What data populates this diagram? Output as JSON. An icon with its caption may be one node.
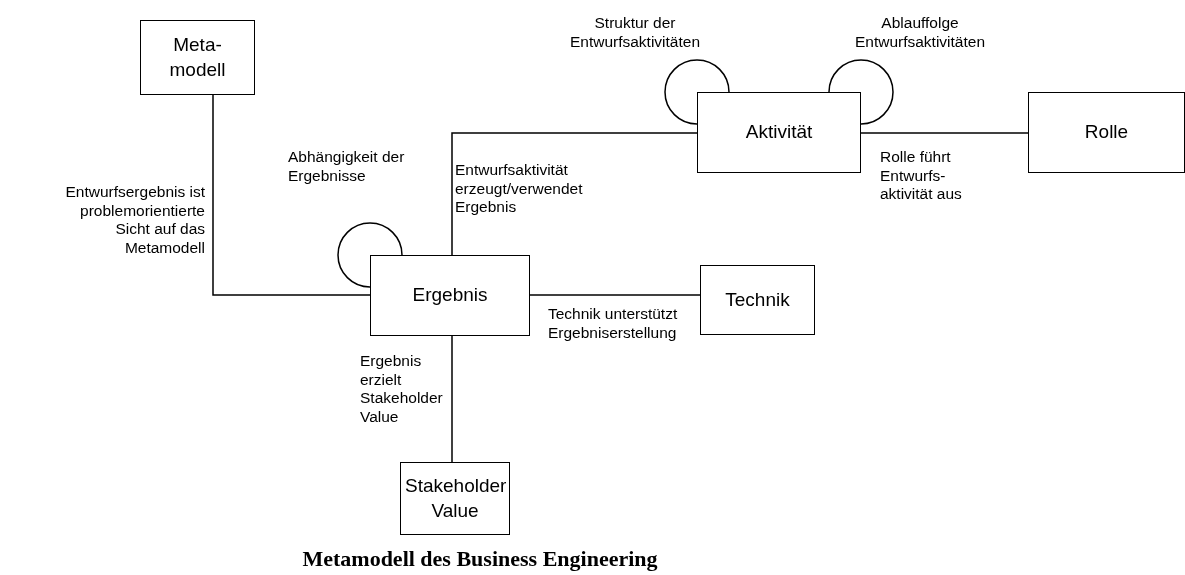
{
  "diagram": {
    "title": "Metamodell des Business Engineering",
    "nodes": [
      {
        "text": [
          "Meta- modell"
        ]
      },
      {
        "text": [
          "Aktivität"
        ]
      },
      {
        "text": [
          "Rolle"
        ]
      },
      {
        "text": [
          "Ergebnis"
        ]
      },
      {
        "text": [
          "Technik"
        ]
      },
      {
        "text": [
          "Stakeholder Value"
        ]
      }
    ],
    "edges": [
      {
        "from": 0,
        "to": 3,
        "arrow": "none",
        "label": "Entwurfsergebnis ist problemorientierte Sicht auf das Metamodell"
      },
      {
        "from": 3,
        "to": 3,
        "arrow": "none",
        "label": "Abhängigkeit der Ergebnisse"
      },
      {
        "from": 3,
        "to": 1,
        "arrow": "none",
        "label": "Entwurfsaktivität erzeugt/verwendet Ergebnis"
      },
      {
        "from": 1,
        "to": 1,
        "arrow": "none",
        "label": "Struktur der Entwurfsaktivitäten"
      },
      {
        "from": 1,
        "to": 1,
        "arrow": "none",
        "label": "Ablauffolge Entwurfsaktivitäten"
      },
      {
        "from": 1,
        "to": 2,
        "arrow": "none",
        "label": "Rolle führt Entwurfs- aktivität aus"
      },
      {
        "from": 3,
        "to": 4,
        "arrow": "none",
        "label": "Technik unterstützt Ergebniserstellung"
      },
      {
        "from": 3,
        "to": 5,
        "arrow": "none",
        "label": "Ergebnis erzielt Stakeholder Value"
      }
    ]
  }
}
